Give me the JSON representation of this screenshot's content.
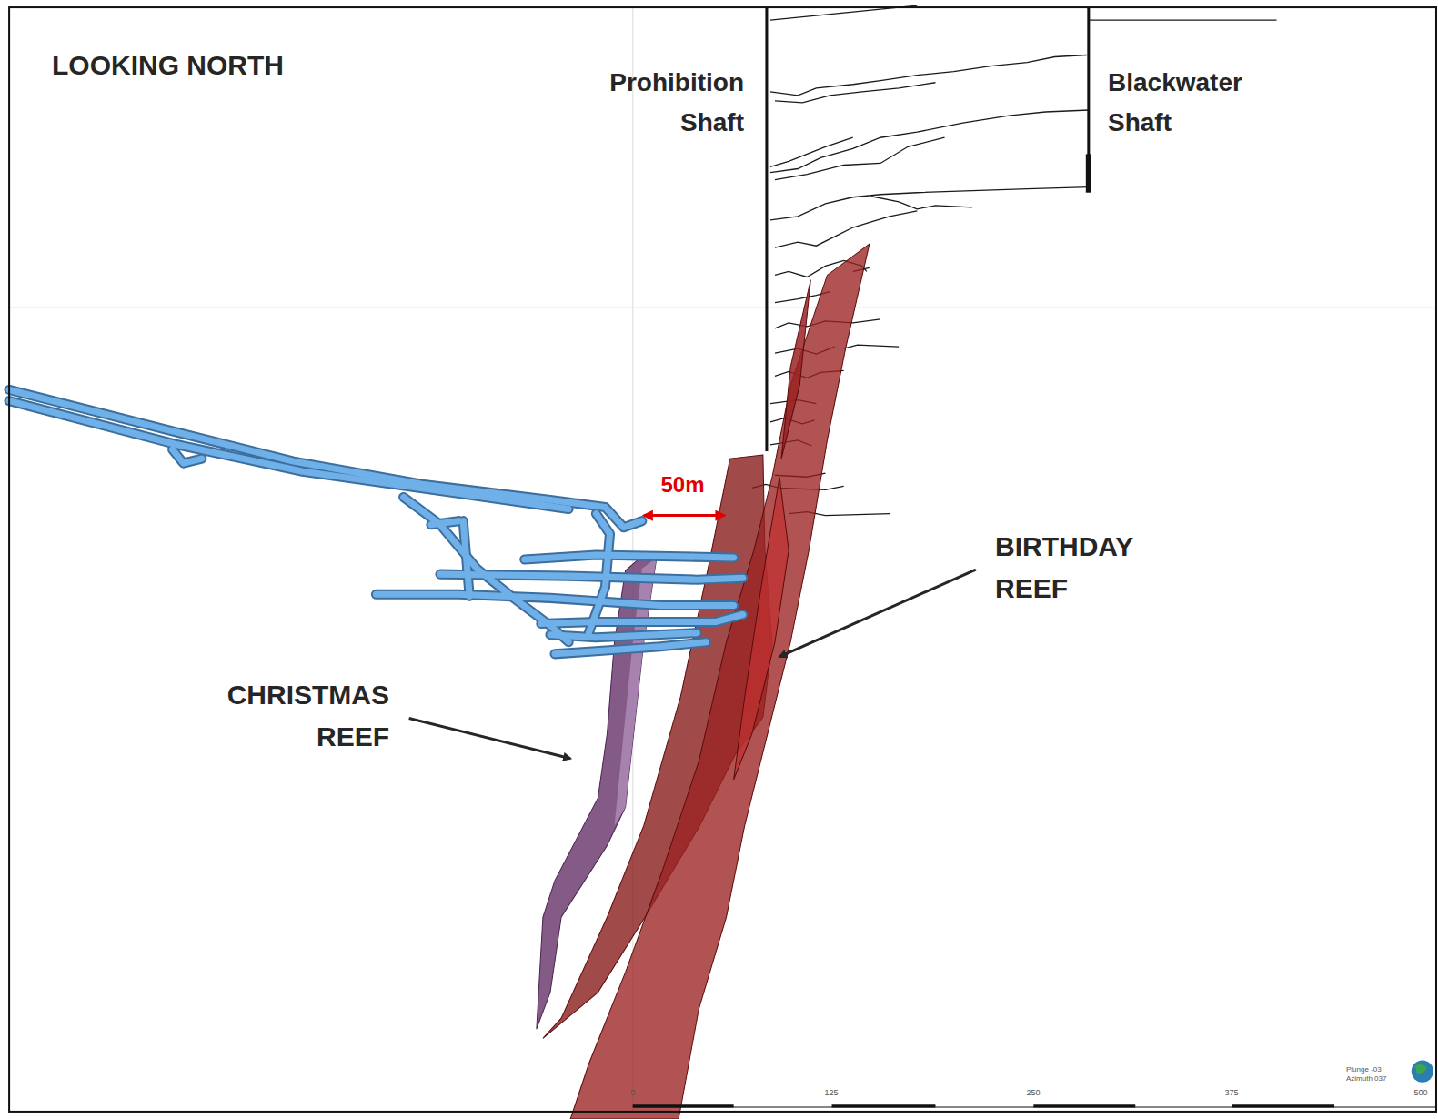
{
  "diagram": {
    "labels": [
      "LOOKING NORTH",
      "Prohibition Shaft",
      "Blackwater Shaft",
      "50m",
      "BIRTHDAY REEF",
      "CHRISTMAS REEF",
      "0",
      "125",
      "250",
      "375",
      "500",
      "Plunge -03",
      "Azimuth 037"
    ]
  }
}
